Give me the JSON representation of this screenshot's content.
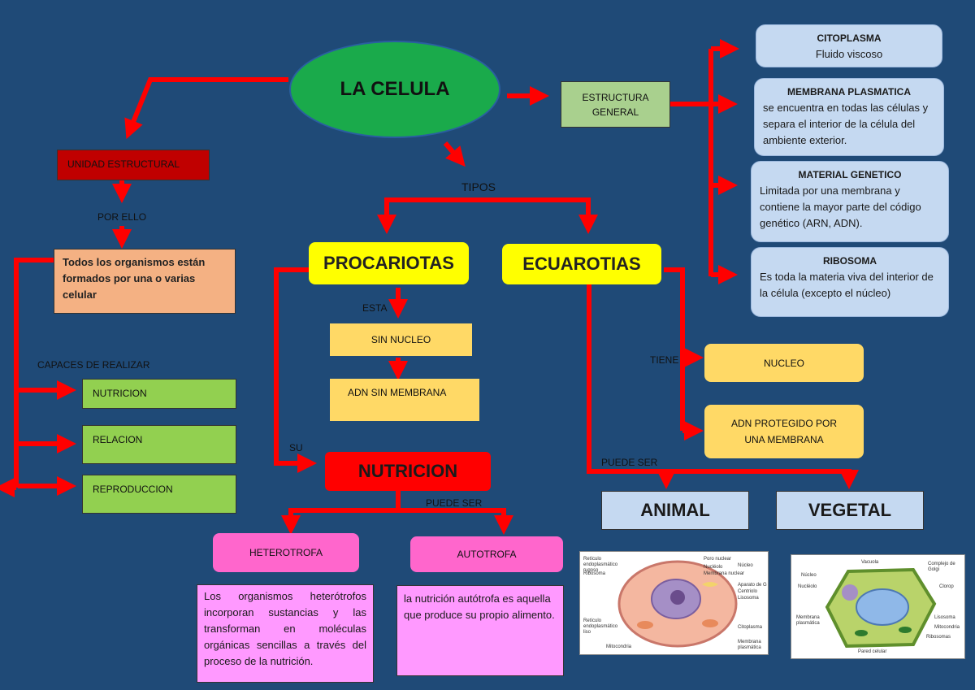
{
  "root": "LA CELULA",
  "left": {
    "unidad": "UNIDAD ESTRUCTURAL",
    "por_ello": "POR ELLO",
    "todos": "Todos los organismos están formados por una o varias celular",
    "capaces": "CAPACES DE REALIZAR",
    "funciones": [
      "NUTRICION",
      "RELACION",
      "REPRODUCCION"
    ]
  },
  "estructura": {
    "title": "ESTRUCTURA GENERAL",
    "items": [
      {
        "title": "CITOPLASMA",
        "text": "Fluido viscoso"
      },
      {
        "title": "MEMBRANA PLASMATICA",
        "text": "se encuentra en todas las células y separa el interior de la célula del ambiente exterior."
      },
      {
        "title": "MATERIAL GENETICO",
        "text": "Limitada por una membrana y contiene la mayor parte del código genético (ARN, ADN)."
      },
      {
        "title": "RIBOSOMA",
        "text": "Es toda la materia viva del interior de la célula (excepto el núcleo)"
      }
    ]
  },
  "tipos": "TIPOS",
  "procariotas": {
    "title": "PROCARIOTAS",
    "esta": "ESTA",
    "sin_nucleo": "SIN NUCLEO",
    "adn": "ADN SIN MEMBRANA"
  },
  "eucariotas": {
    "title": "ECUAROTIAS",
    "tiene": "TIENE",
    "nucleo": "NUCLEO",
    "adn": "ADN PROTEGIDO POR UNA MEMBRANA",
    "puede_ser": "PUEDE SER",
    "animal": "ANIMAL",
    "vegetal": "VEGETAL"
  },
  "nutricion": {
    "su": "SU",
    "title": "NUTRICION",
    "puede_ser": "PUEDE SER",
    "heterotrofa": "HETEROTROFA",
    "autotrofa": "AUTOTROFA",
    "heterotrofa_text": "Los organismos heterótrofos incorporan sustancias y las transforman en moléculas orgánicas sencillas a través del proceso de la nutrición.",
    "autotrofa_text": "la nutrición autótrofa es aquella que produce su propio alimento."
  },
  "animal_labels": [
    "Retículo endoplasmático rugoso",
    "Ribosoma",
    "Poro nuclear",
    "Núcleo",
    "Nucléolo",
    "Membrana nuclear",
    "Aparato de G",
    "Centriolo",
    "Lisosoma",
    "Retículo endoplasmático liso",
    "Citoplasma",
    "Membrana plasmática",
    "Mitocondria"
  ],
  "vegetal_labels": [
    "Núcleo",
    "Vacuola",
    "Complejo de Golgi",
    "Nucléolo",
    "Clorop",
    "Membrana plasmática",
    "Lisosoma",
    "Mitocondria",
    "Ribosomas",
    "Pared celular"
  ],
  "colors": {
    "background": "#1f4a77",
    "arrow": "#ff0000",
    "root": "#1aaa4b",
    "green_box": "#92d050",
    "yellow": "#ffff00",
    "light_orange": "#ffd966",
    "salmon": "#f4b183",
    "pink": "#ff66cc",
    "light_pink": "#ff99ff",
    "light_blue": "#c5d9f1",
    "dark_red": "#c00000",
    "red_box": "#ff0000"
  }
}
